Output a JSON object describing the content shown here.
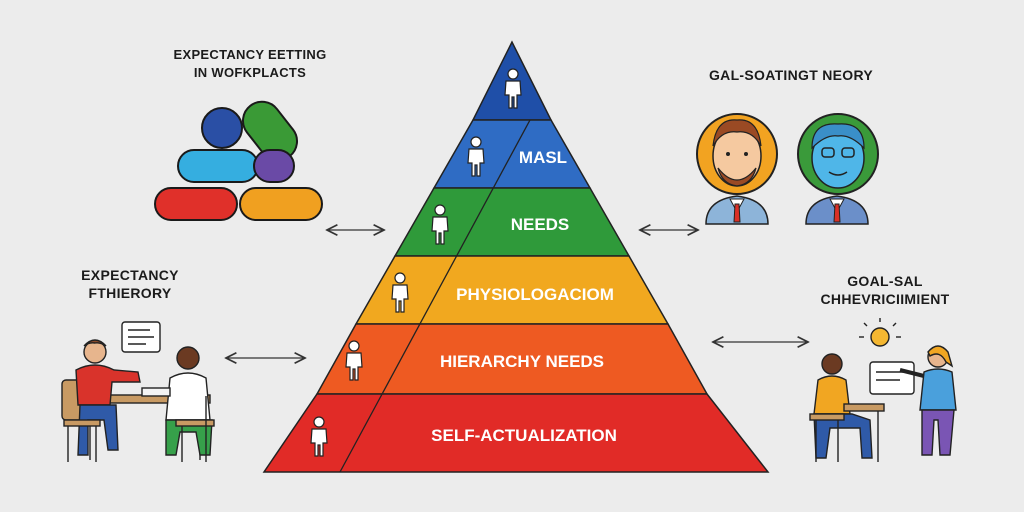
{
  "panels": {
    "top_left": {
      "title_line1": "EXPECTANCY EETTING",
      "title_line2": "IN WOFKPLACTS"
    },
    "top_right": {
      "title": "GAL-SOATINGT NEORY"
    },
    "mid_left": {
      "title_line1": "EXPECTANCY",
      "title_line2": "FTHIERORY"
    },
    "mid_right": {
      "title_line1": "GOAL-SAL",
      "title_line2": "CHHEVRICIIMIENT"
    }
  },
  "pyramid": {
    "layers": [
      {
        "label": "",
        "color": "#1f4fa8"
      },
      {
        "label": "MASL",
        "color": "#2f6cc4"
      },
      {
        "label": "NEEDS",
        "color": "#2f9a3a"
      },
      {
        "label": "PHYSIOLOGACIOM",
        "color": "#f1a81f"
      },
      {
        "label": "HIERARCHY  NEEDS",
        "color": "#ee5a22"
      },
      {
        "label": "SELF-ACTUALIZATION",
        "color": "#e12b27"
      }
    ]
  },
  "colors": {
    "blue_dot": "#2a4fa5",
    "green_pill": "#3a9a36",
    "cyan_pill": "#35aee0",
    "purple_pill": "#6a4aa6",
    "red_pill": "#e0302a",
    "orange_pill": "#f0a020"
  },
  "icons": [
    "double-arrow-icon",
    "person-icon",
    "lightbulb-icon",
    "document-icon",
    "avatar-icon"
  ]
}
